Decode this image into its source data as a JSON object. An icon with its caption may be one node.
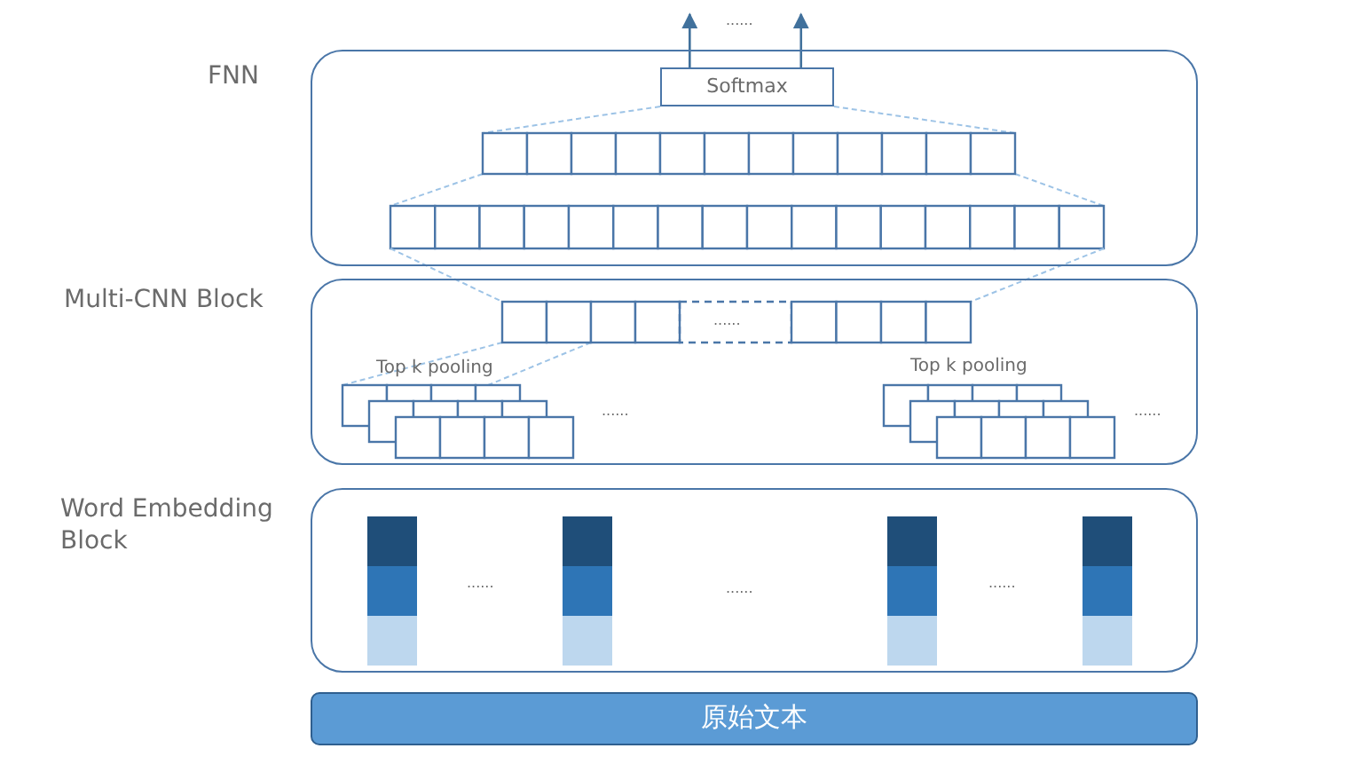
{
  "diagram": {
    "nodes": [
      {
        "text": [
          "FNN"
        ]
      },
      {
        "text": [
          "Softmax"
        ],
        "in": 0
      },
      {
        "text": [
          "Multi-CNN Block"
        ]
      },
      {
        "text": [
          "Word Embedding Block"
        ]
      },
      {
        "text": [
          "原始文本"
        ]
      }
    ],
    "edges": [
      {
        "from": 1,
        "to": null,
        "arrow": "to"
      },
      {
        "from": 1,
        "to": null,
        "arrow": "to"
      }
    ],
    "labels": [
      "......",
      "......",
      "Top k pooling",
      "Top k pooling",
      "......",
      "......",
      "......",
      "......",
      "......"
    ]
  }
}
